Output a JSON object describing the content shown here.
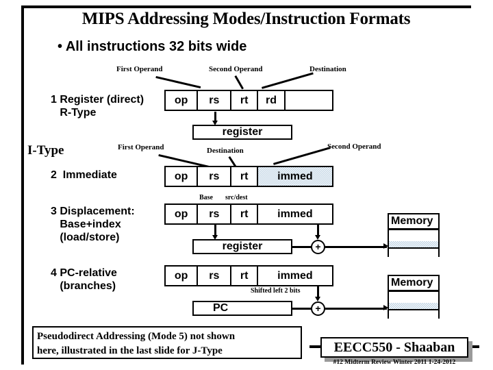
{
  "slide": {
    "title": "MIPS Addressing Modes/Instruction Formats",
    "bullet_mark": "•",
    "bullet_text": "All instructions 32 bits wide",
    "itype_label": "I-Type"
  },
  "annotations": {
    "rtype_first_operand": "First Operand",
    "rtype_second_operand": "Second Operand",
    "rtype_destination": "Destination",
    "itype_first_operand": "First Operand",
    "itype_destination": "Destination",
    "itype_second_operand": "Second Operand",
    "disp_base": "Base",
    "disp_srcdest": "src/dest",
    "shifted": "Shifted left 2 bits"
  },
  "rows": [
    {
      "number": "1",
      "label": "1 Register (direct)\n   R-Type",
      "fields": [
        {
          "name": "op",
          "text": "op",
          "shaded": false
        },
        {
          "name": "rs",
          "text": "rs",
          "shaded": false
        },
        {
          "name": "rt",
          "text": "rt",
          "shaded": false
        },
        {
          "name": "rd",
          "text": "rd",
          "shaded": false
        },
        {
          "name": "funct",
          "text": "",
          "shaded": false
        }
      ],
      "output_bar": {
        "text": "register",
        "shaded": true
      }
    },
    {
      "number": "2",
      "label": "2  Immediate",
      "fields": [
        {
          "name": "op",
          "text": "op",
          "shaded": false
        },
        {
          "name": "rs",
          "text": "rs",
          "shaded": false
        },
        {
          "name": "rt",
          "text": "rt",
          "shaded": false
        },
        {
          "name": "immed",
          "text": "immed",
          "shaded": true
        }
      ]
    },
    {
      "number": "3",
      "label": "3 Displacement:\n   Base+index\n   (load/store)",
      "fields": [
        {
          "name": "op",
          "text": "op",
          "shaded": false
        },
        {
          "name": "rs",
          "text": "rs",
          "shaded": false
        },
        {
          "name": "rt",
          "text": "rt",
          "shaded": false
        },
        {
          "name": "immed",
          "text": "immed",
          "shaded": false
        }
      ],
      "output_bar": {
        "text": "register",
        "shaded": false
      },
      "adder": "+",
      "memory": "Memory"
    },
    {
      "number": "4",
      "label": "4 PC-relative\n   (branches)",
      "fields": [
        {
          "name": "op",
          "text": "op",
          "shaded": false
        },
        {
          "name": "rs",
          "text": "rs",
          "shaded": false
        },
        {
          "name": "rt",
          "text": "rt",
          "shaded": false
        },
        {
          "name": "immed",
          "text": "immed",
          "shaded": false
        }
      ],
      "output_bar": {
        "text": "PC",
        "shaded": false
      },
      "adder": "+",
      "memory": "Memory"
    }
  ],
  "footer": {
    "note_line1": "Pseudodirect Addressing (Mode 5) not shown",
    "note_line2": "here, illustrated in the last slide for J-Type",
    "course": "EECC550 - Shaaban",
    "sub": "#12   Midterm Review   Winter 2011  1-24-2012"
  },
  "colors": {
    "shade_fill": "#b9cfe0",
    "ink": "#000000",
    "paper": "#ffffff",
    "shadow": "#9a9a9a"
  }
}
